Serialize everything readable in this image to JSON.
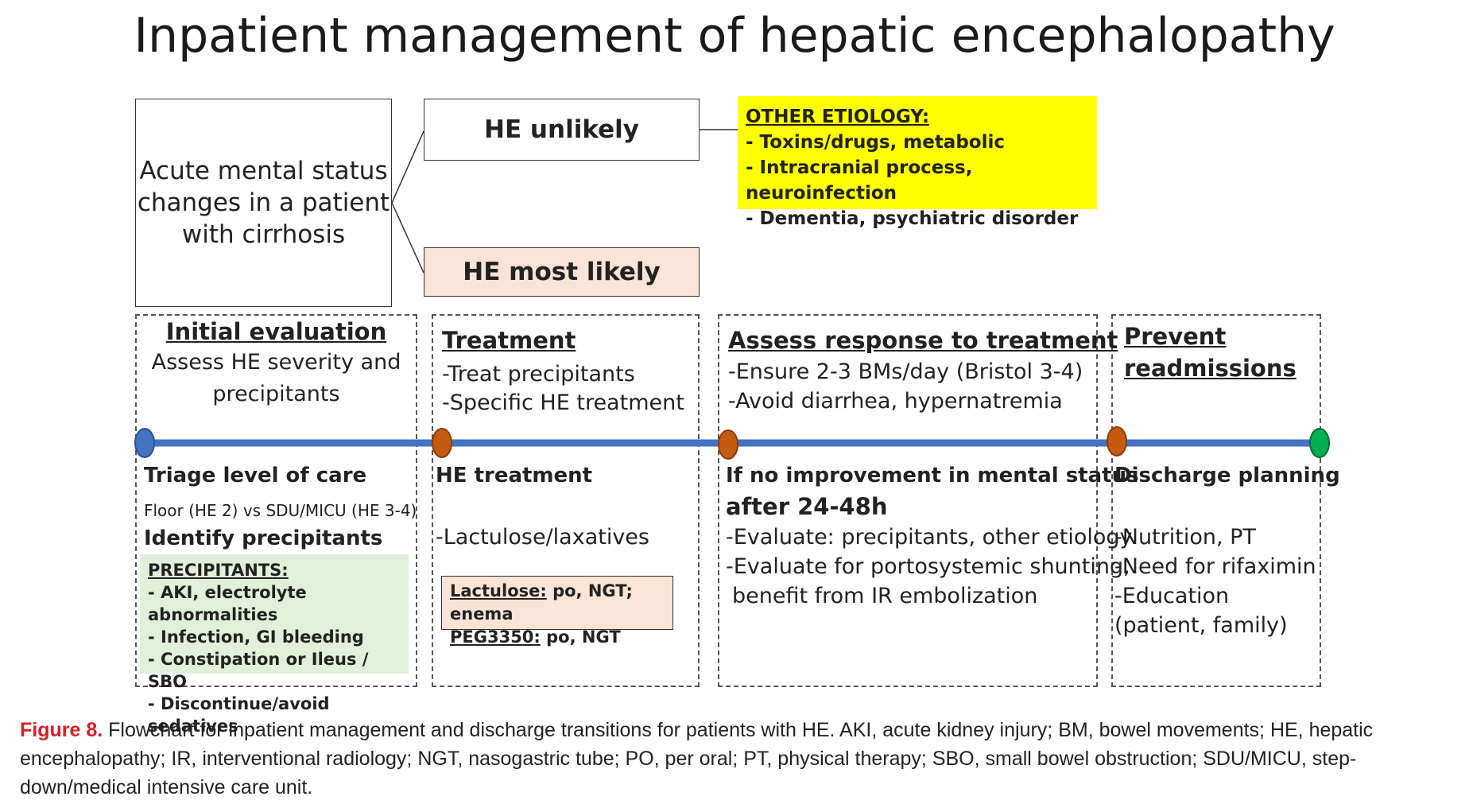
{
  "title": "Inpatient management of hepatic encephalopathy",
  "start_box": "Acute mental status changes in a patient with cirrhosis",
  "he_unlikely": "HE unlikely",
  "he_most_likely": "HE most likely",
  "other_etiology": {
    "heading": "OTHER ETIOLOGY:",
    "items": [
      "- Toxins/drugs, metabolic",
      "- Intracranial process, neuroinfection",
      "- Dementia, psychiatric disorder"
    ]
  },
  "colors": {
    "dot_blue": "#4472c4",
    "dot_orange": "#c55a11",
    "dot_green": "#00b050",
    "timeline": "#4472c4",
    "yellow_box": "#ffff00",
    "green_box": "#e2efda",
    "peach_box": "#fbe3d6",
    "caption_label": "#d7202a"
  },
  "stages": {
    "initial": {
      "header": "Initial evaluation",
      "line1": "Assess HE severity and",
      "line2": "precipitants",
      "triage": "Triage level of care",
      "triage_detail": "Floor (HE 2) vs SDU/MICU (HE 3-4)",
      "identify": "Identify precipitants",
      "precipitants_heading": "PRECIPITANTS:",
      "precipitants": [
        "- AKI, electrolyte abnormalities",
        "- Infection, GI bleeding",
        "- Constipation or Ileus / SBO",
        "- Discontinue/avoid sedatives"
      ]
    },
    "treatment": {
      "header": "Treatment",
      "line1": "-Treat precipitants",
      "line2": "-Specific HE treatment",
      "sub": "HE treatment",
      "lactulose": "-Lactulose/laxatives",
      "box_lact_label": "Lactulose:",
      "box_lact_text": " po, NGT; enema",
      "box_peg_label": "PEG3350:",
      "box_peg_text": " po, NGT"
    },
    "assess": {
      "header": "Assess response to treatment",
      "line1": "-Ensure 2-3 BMs/day (Bristol 3-4)",
      "line2": "-Avoid diarrhea, hypernatremia",
      "sub1": "If no improvement in mental status",
      "sub2": "after 24-48h",
      "eval1": "-Evaluate: precipitants, other etiology",
      "eval2": "-Evaluate for portosystemic shunting,",
      "eval3": "benefit from IR embolization"
    },
    "prevent": {
      "header1": "Prevent",
      "header2": "readmissions",
      "sub": "Discharge planning",
      "item1": "-Nutrition, PT",
      "item2": "-Need for rifaximin",
      "item3": "-Education",
      "item4": "(patient, family)"
    }
  },
  "caption": {
    "label": "Figure 8.",
    "text": " Flowchart for inpatient management and discharge transitions for patients with HE. AKI, acute kidney injury; BM, bowel movements; HE, hepatic encephalopathy; IR, interventional radiology; NGT, nasogastric tube; PO, per oral; PT, physical therapy; SBO, small bowel obstruction; SDU/MICU, step-down/medical intensive care unit."
  }
}
